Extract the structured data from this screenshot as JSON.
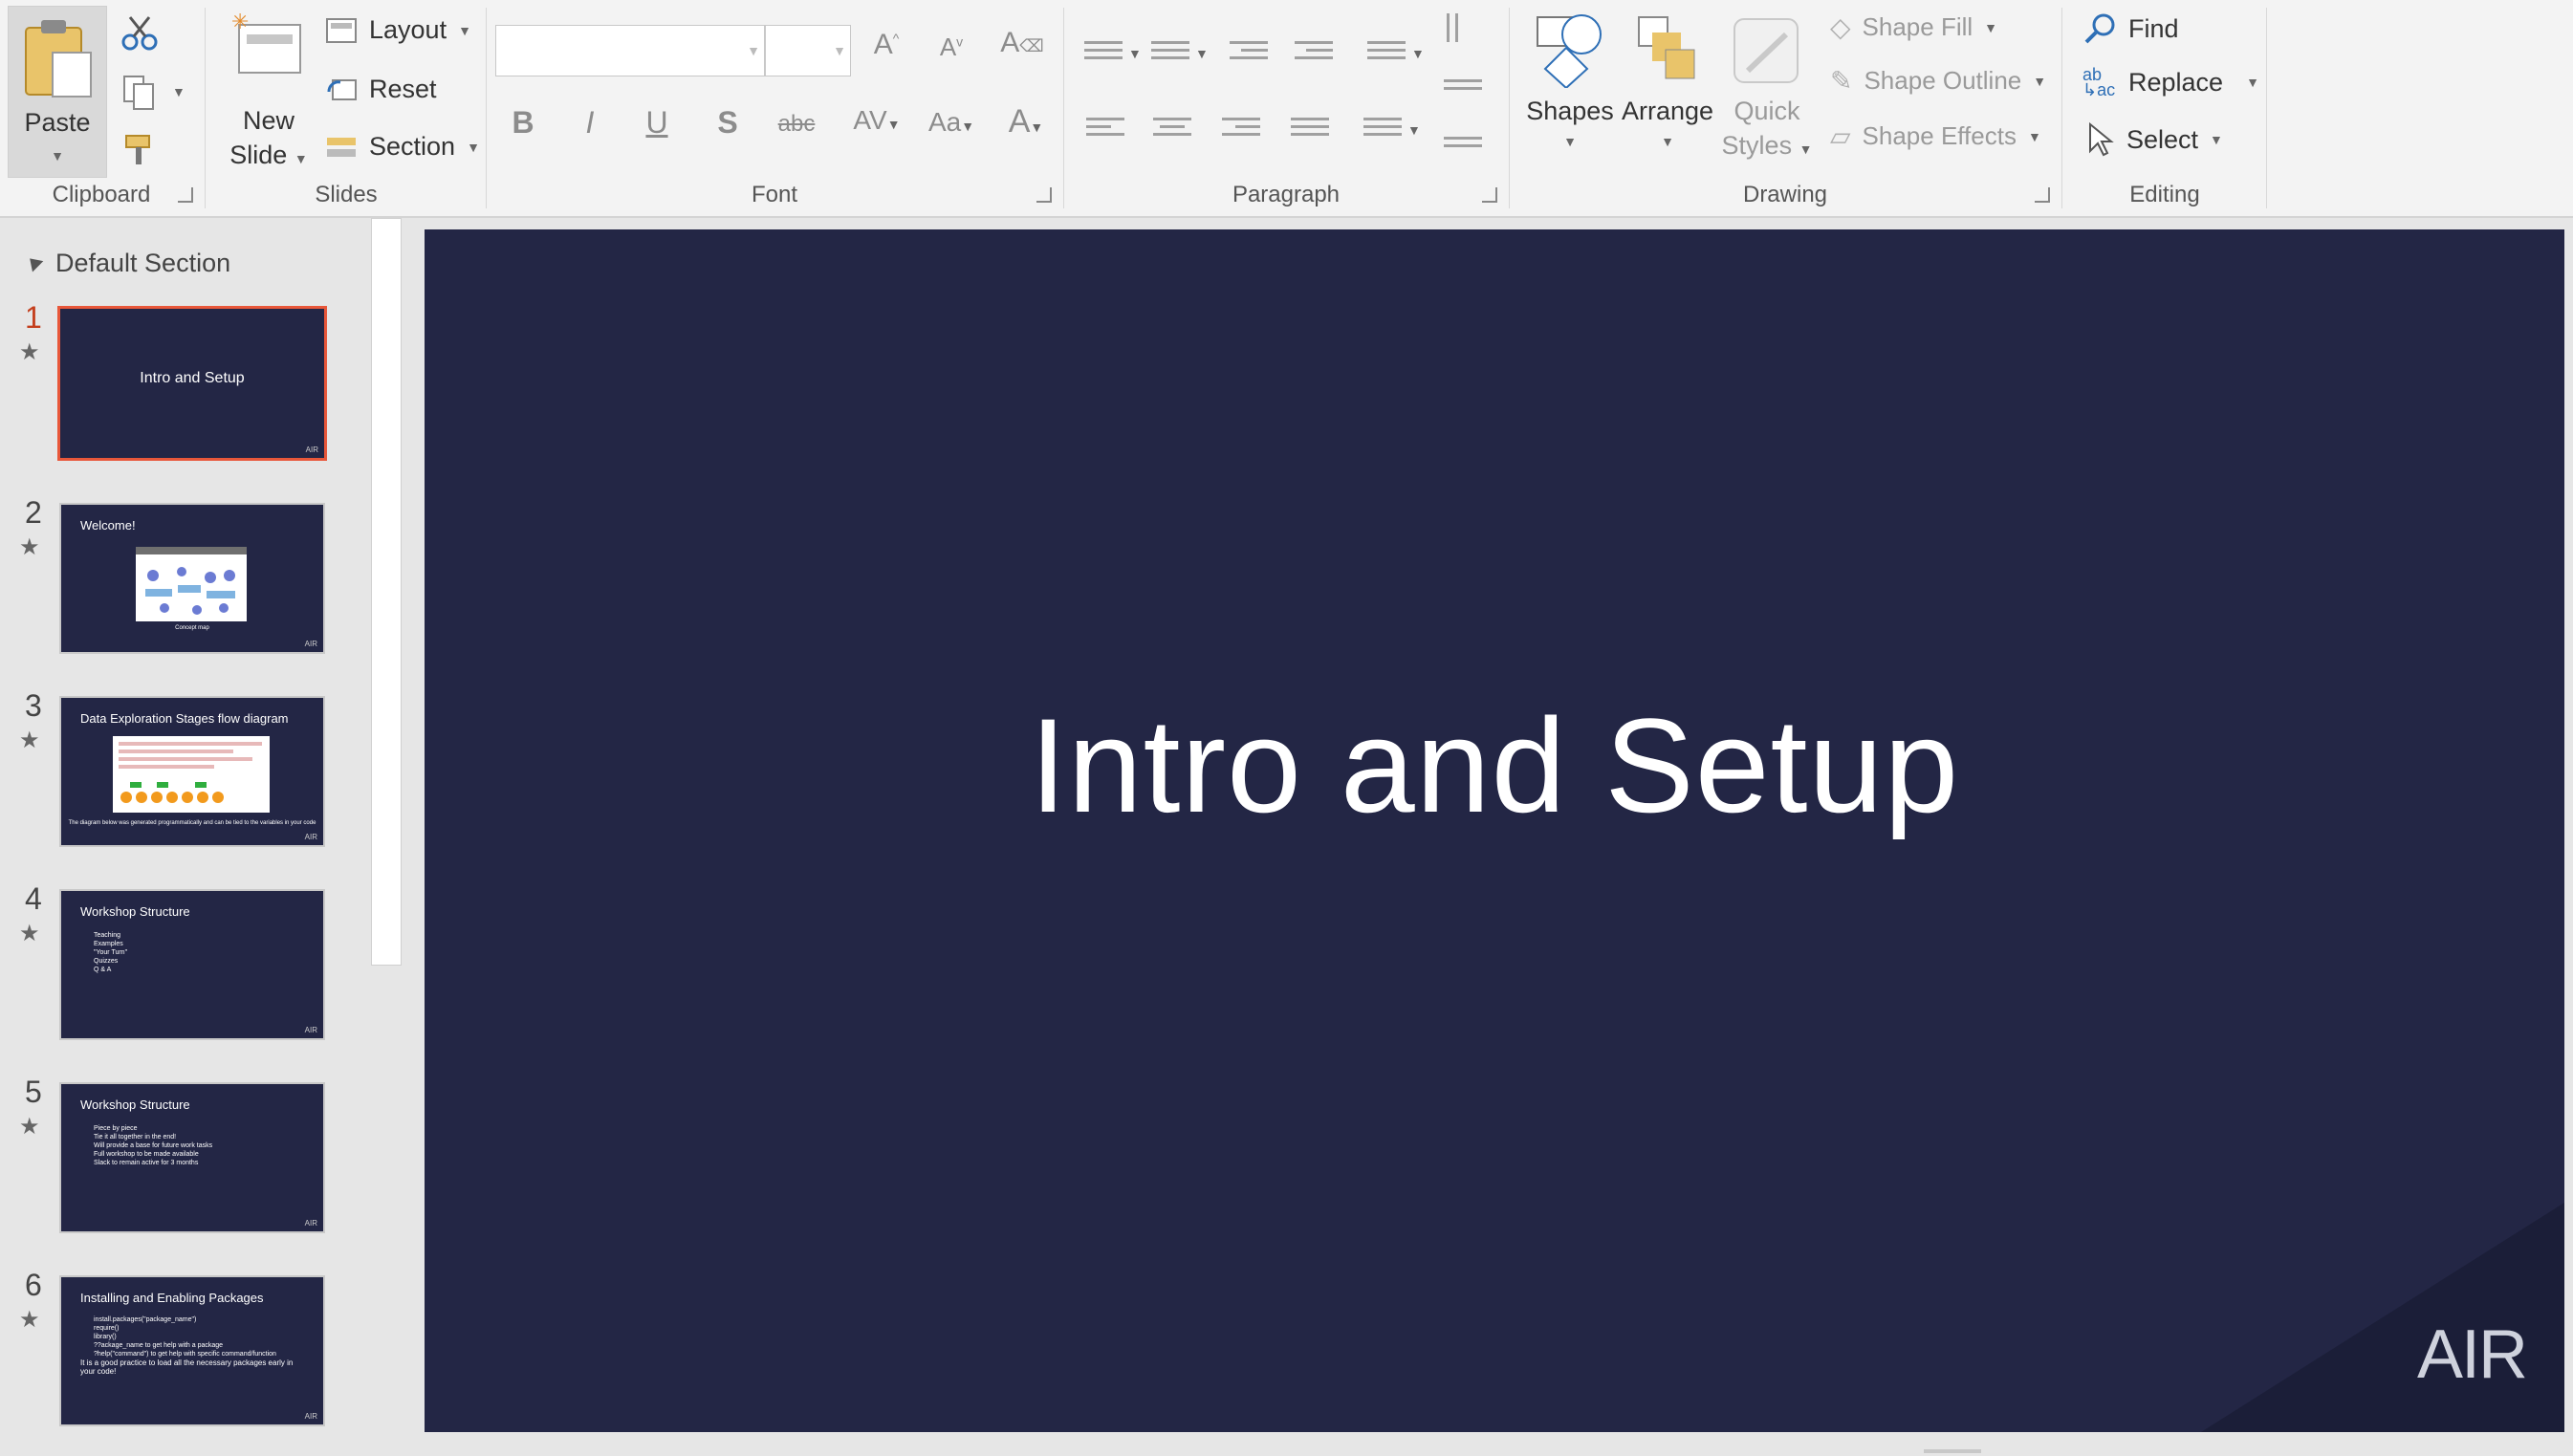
{
  "ribbon": {
    "clipboard": {
      "label": "Clipboard",
      "paste": "Paste"
    },
    "slides": {
      "label": "Slides",
      "new_slide_line1": "New",
      "new_slide_line2": "Slide",
      "layout": "Layout",
      "reset": "Reset",
      "section": "Section"
    },
    "font": {
      "label": "Font",
      "font_name": "",
      "font_size": ""
    },
    "paragraph": {
      "label": "Paragraph"
    },
    "drawing": {
      "label": "Drawing",
      "shapes": "Shapes",
      "arrange": "Arrange",
      "quick_styles_line1": "Quick",
      "quick_styles_line2": "Styles",
      "shape_fill": "Shape Fill",
      "shape_outline": "Shape Outline",
      "shape_effects": "Shape Effects"
    },
    "editing": {
      "label": "Editing",
      "find": "Find",
      "replace": "Replace",
      "select": "Select"
    }
  },
  "panel": {
    "section_name": "Default Section",
    "slides": [
      {
        "number": "1",
        "title": "Intro and Setup"
      },
      {
        "number": "2",
        "title": "Welcome!",
        "caption": "Concept map"
      },
      {
        "number": "3",
        "title": "Data Exploration Stages flow diagram",
        "caption": "The diagram below was generated programmatically and can be tied to the variables in your code"
      },
      {
        "number": "4",
        "title": "Workshop Structure",
        "bullets": [
          "Teaching",
          "Examples",
          "\"Your Turn\"",
          "Quizzes",
          "Q & A"
        ]
      },
      {
        "number": "5",
        "title": "Workshop Structure",
        "bullets": [
          "Piece by piece",
          "Tie it all together in the end!",
          "Will provide a base for future work tasks",
          "Full workshop to be made available",
          "Slack to remain active for 3 months"
        ]
      },
      {
        "number": "6",
        "title": "Installing and Enabling Packages",
        "bullets": [
          "install.packages(\"package_name\")",
          "require()",
          "library()",
          "??ackage_name to get help with a package",
          "?help(\"command\") to get help with specific command/function",
          "It is a good practice to load all the necessary packages early in your code!"
        ]
      }
    ],
    "logo": "AIR"
  },
  "slide": {
    "title": "Intro and Setup",
    "logo": "AIR"
  },
  "colors": {
    "slide_bg": "#232645",
    "accent_selection": "#e8573a",
    "ribbon_bg": "#f3f3f3"
  }
}
